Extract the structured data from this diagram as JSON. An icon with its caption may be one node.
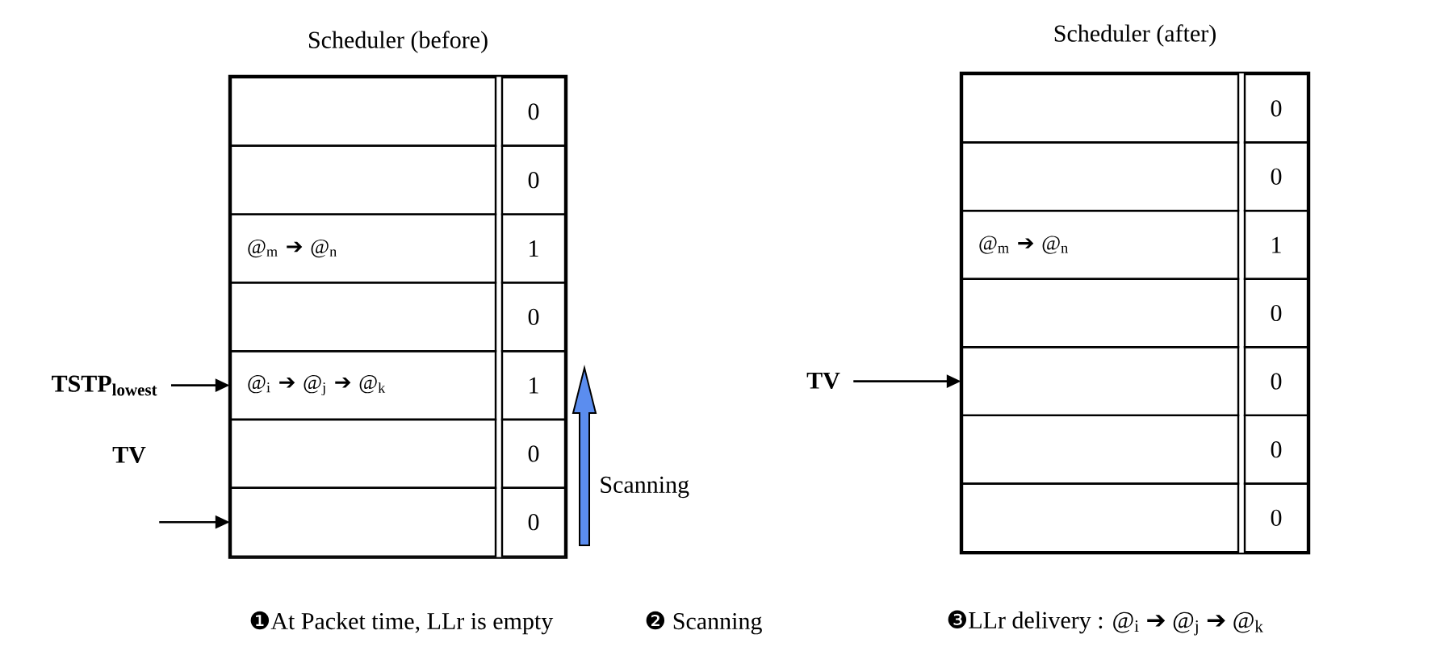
{
  "diagram": {
    "nodes": [
      {
        "text": [
          "Scheduler (before)"
        ]
      },
      {
        "text": [
          "0"
        ],
        "in": 0
      },
      {
        "text": [
          "0"
        ],
        "in": 0
      },
      {
        "text": [
          "@$_{m}$ ➔ @$_{n}$",
          "1"
        ],
        "in": 0
      },
      {
        "text": [
          "0"
        ],
        "in": 0
      },
      {
        "text": [
          "@$_{i}$ ➔ @$_{j}$ ➔ @$_{k}$",
          "1"
        ],
        "in": 0
      },
      {
        "text": [
          "0"
        ],
        "in": 0
      },
      {
        "text": [
          "0"
        ],
        "in": 0
      },
      {
        "text": [
          "Scheduler (after)"
        ]
      },
      {
        "text": [
          "0"
        ],
        "in": 8
      },
      {
        "text": [
          "0"
        ],
        "in": 8
      },
      {
        "text": [
          "@$_{m}$ ➔ @$_{n}$",
          "1"
        ],
        "in": 8
      },
      {
        "text": [
          "0"
        ],
        "in": 8
      },
      {
        "text": [
          "0"
        ],
        "in": 8
      },
      {
        "text": [
          "0"
        ],
        "in": 8
      },
      {
        "text": [
          "0"
        ],
        "in": 8
      },
      {
        "text": [
          "TSTP$_{lowest}$"
        ]
      },
      {
        "text": [
          "TV"
        ]
      },
      {
        "text": [
          "TV"
        ]
      }
    ],
    "edges": [
      {
        "from": 16,
        "to": 5,
        "arrow": "to"
      },
      {
        "from": 17,
        "to": 7,
        "arrow": "to"
      },
      {
        "from": 18,
        "to": 13,
        "arrow": "to"
      }
    ],
    "labels": [
      "Scanning",
      "❶At Packet time, LLr is empty",
      "❷ Scanning",
      "❸LLr delivery : @$_{i}$ ➔ @$_{j}$ ➔ @$_{k}$"
    ]
  }
}
